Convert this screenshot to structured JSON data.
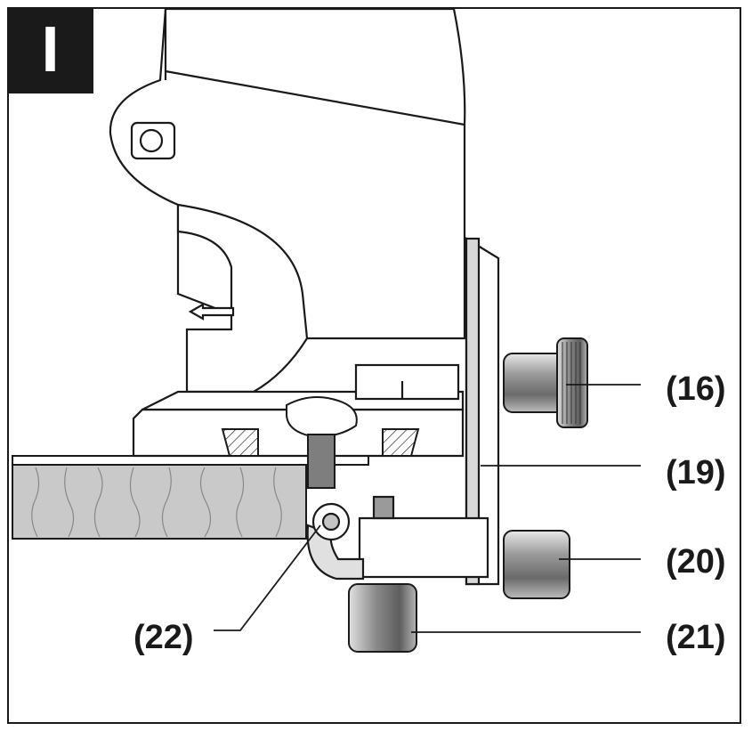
{
  "figure_label": "I",
  "callouts": [
    {
      "id": "16",
      "text": "(16)",
      "part": "knob"
    },
    {
      "id": "19",
      "text": "(19)",
      "part": "guide-plate"
    },
    {
      "id": "20",
      "text": "(20)",
      "part": "knob"
    },
    {
      "id": "21",
      "text": "(21)",
      "part": "knob"
    },
    {
      "id": "22",
      "text": "(22)",
      "part": "pin-clamp"
    }
  ],
  "colors": {
    "line": "#1a1a1a",
    "fill": "#ffffff",
    "shade": "#bdbdbd",
    "knob": "#8c8c8c"
  }
}
